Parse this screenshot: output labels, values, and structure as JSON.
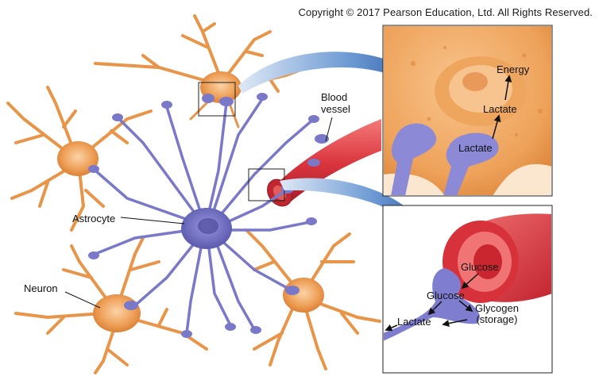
{
  "copyright": "Copyright © 2017 Pearson Education, Ltd. All Rights Reserved.",
  "labels": {
    "blood_vessel": [
      "Blood",
      "vessel"
    ],
    "astrocyte": "Astrocyte",
    "neuron": "Neuron"
  },
  "inset_top": {
    "energy": "Energy",
    "lactate_upper": "Lactate",
    "lactate_lower": "Lactate"
  },
  "inset_bottom": {
    "glucose_vessel": "Glucose",
    "glucose_astro": "Glucose",
    "glycogen": [
      "Glycogen",
      "(storage)"
    ],
    "lactate": "Lactate"
  },
  "colors": {
    "neuron": "#e8954a",
    "neuron_light": "#f6c08a",
    "astrocyte": "#7a78c8",
    "astrocyte_dark": "#4b4a9a",
    "vessel": "#d9343d",
    "vessel_light": "#f06a6a",
    "arrow": "#3f6fb5"
  }
}
